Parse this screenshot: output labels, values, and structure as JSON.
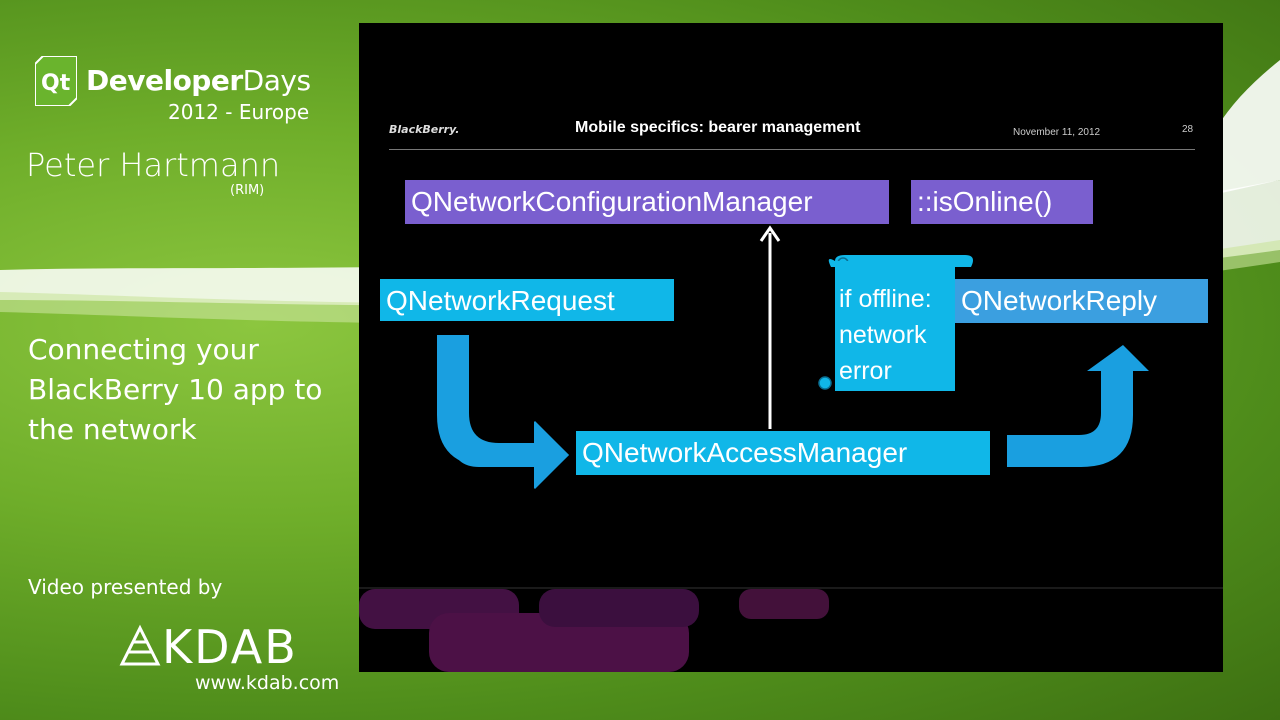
{
  "branding": {
    "event_name_bold": "Developer",
    "event_name_light": "Days",
    "event_subtitle": "2012 - Europe",
    "qt_logo_text": "Qt"
  },
  "speaker": {
    "name": "Peter Hartmann",
    "affiliation": "(RIM)"
  },
  "talk_title_lines": [
    "Connecting your",
    "BlackBerry 10 app to",
    "the network"
  ],
  "sponsor": {
    "presented_by": "Video presented by",
    "logo_text": "KDAB",
    "url": "www.kdab.com"
  },
  "slide": {
    "brand": "BlackBerry.",
    "title": "Mobile specifics: bearer management",
    "date": "November 11, 2012",
    "page": "28",
    "boxes": {
      "config_manager": "QNetworkConfigurationManager",
      "is_online": "::isOnline()",
      "request": "QNetworkRequest",
      "reply": "QNetworkReply",
      "access_manager": "QNetworkAccessManager"
    },
    "note_lines": [
      "if offline:",
      "network",
      "error"
    ]
  },
  "colors": {
    "background_green": "#6fae2a",
    "purple_box": "#7a5fcf",
    "cyan_box": "#10b7e8",
    "reply_box": "#3b9fe0",
    "arrow_blue": "#1a9fe0"
  }
}
